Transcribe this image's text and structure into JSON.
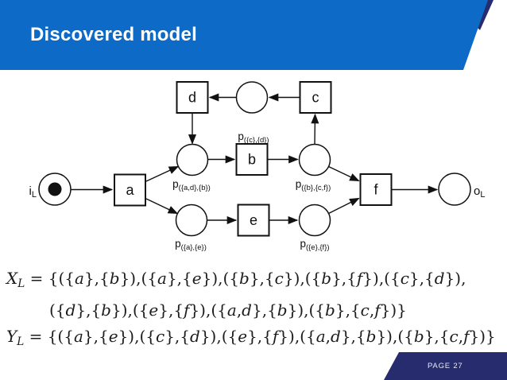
{
  "slide": {
    "title": "Discovered model",
    "page_label": "PAGE 27"
  },
  "colors": {
    "banner_blue": "#0d6ac6",
    "accent_navy": "#262c6e",
    "diagram_ink": "#111111",
    "formula_ink": "#1c1c1c",
    "background": "#ffffff"
  },
  "diagram": {
    "type": "petri-net",
    "source_place": {
      "base": "i",
      "sub": "L"
    },
    "sink_place": {
      "base": "o",
      "sub": "L"
    },
    "transitions": {
      "a": "a",
      "b": "b",
      "c": "c",
      "d": "d",
      "e": "e",
      "f": "f"
    },
    "place_label_prefix": "p",
    "place_labels": {
      "ad_b": "({a,d},{b})",
      "a_e": "({a},{e})",
      "c_d": "({c},{d})",
      "b_cf": "({b},{c,f})",
      "e_f": "({e},{f})"
    },
    "edges": [
      "iL->a",
      "a->p({a,d},{b})",
      "a->p({a},{e})",
      "d->p({a,d},{b})",
      "p({a,d},{b})->b",
      "b->p({b},{c,f})",
      "p({b},{c,f})->c",
      "c->p({c},{d})",
      "p({c},{d})->d",
      "p({b},{c,f})->f",
      "p({a},{e})->e",
      "e->p({e},{f})",
      "p({e},{f})->f",
      "f->oL"
    ]
  },
  "formulas": {
    "lines": [
      {
        "text": "X_L = {({a},{b}),({a},{e}),({b},{c}),({b},{f}),({c},{d}),",
        "indent": false
      },
      {
        "text": "({d},{b}),({e},{f}),({a,d},{b}),({b},{c,f})}",
        "indent": true
      },
      {
        "text": "Y_L = {({a},{e}),({c},{d}),({e},{f}),({a,d},{b}),({b},{c,f})}",
        "indent": false
      }
    ]
  }
}
